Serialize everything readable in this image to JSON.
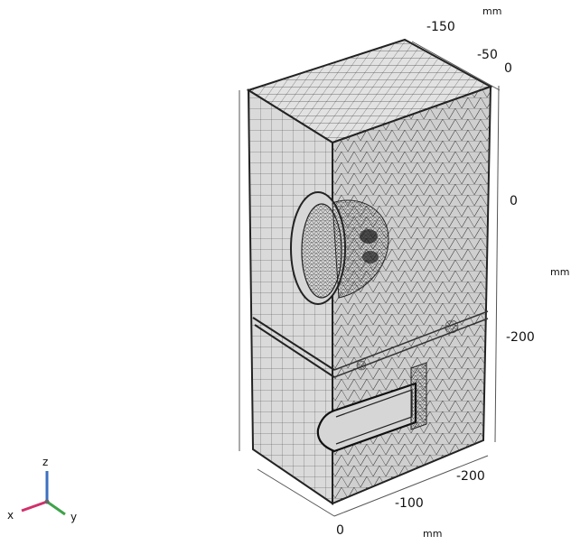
{
  "scene": {
    "object": "meshed-enclosure-with-cavity-and-slot",
    "colors": {
      "mesh_fill": "#dcdcdc",
      "mesh_fill_dark": "#c9c9c9",
      "edge": "#222222",
      "line": "#333333"
    }
  },
  "axes": {
    "top": {
      "unit": "mm",
      "ticks": [
        "-150",
        "-50",
        "0"
      ]
    },
    "right": {
      "unit": "mm",
      "ticks": [
        "0",
        "-200"
      ]
    },
    "bottom": {
      "unit": "mm",
      "ticks": [
        "-200",
        "-100",
        "0"
      ]
    }
  },
  "triad": {
    "z_label": "z",
    "x_label": "x",
    "y_label": "y",
    "colors": {
      "z": "#3b6fc2",
      "x": "#d1306b",
      "y": "#3ea34a"
    }
  }
}
